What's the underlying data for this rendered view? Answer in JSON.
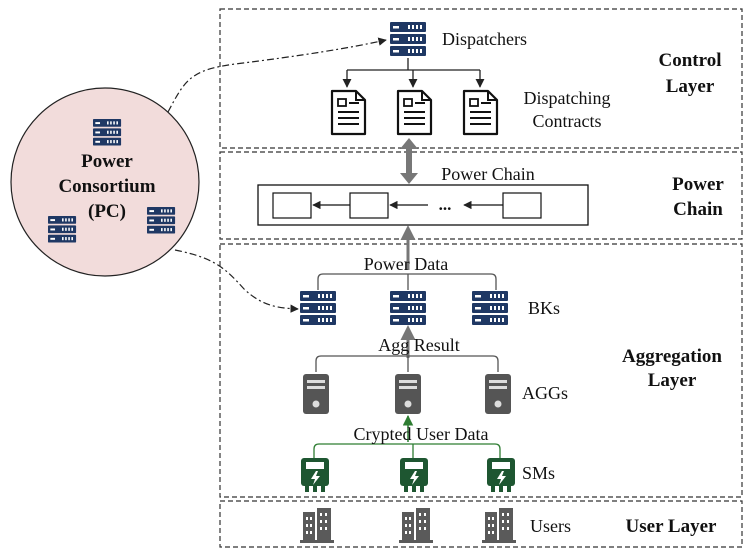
{
  "layers": {
    "control": [
      "Control",
      "Layer"
    ],
    "power_chain": [
      "Power",
      "Chain"
    ],
    "aggregation": [
      "Aggregation",
      "Layer"
    ],
    "user": "User Layer"
  },
  "consortium": {
    "title": [
      "Power",
      "Consortium",
      "(PC)"
    ]
  },
  "labels": {
    "dispatchers": "Dispatchers",
    "contracts": [
      "Dispatching",
      "Contracts"
    ],
    "power_chain": "Power Chain",
    "chain_ellipsis": "...",
    "power_data": "Power Data",
    "bks": "BKs",
    "agg_result": "Agg Result",
    "aggs": "AGGs",
    "crypted_user_data": "Crypted User Data",
    "sms": "SMs",
    "users": "Users"
  },
  "icons": {
    "server": "blockchain-server-icon",
    "contract": "document-icon",
    "aggregator": "tower-pc-icon",
    "smart_meter": "smart-meter-icon",
    "user": "building-icon"
  },
  "colors": {
    "server_blue": "#1f3864",
    "pc_fill": "#f2dcdb",
    "meter_green": "#1e5631",
    "arrow_green": "#2e7d32",
    "agg_gray": "#555555",
    "building_gray": "#5a5a5a"
  }
}
